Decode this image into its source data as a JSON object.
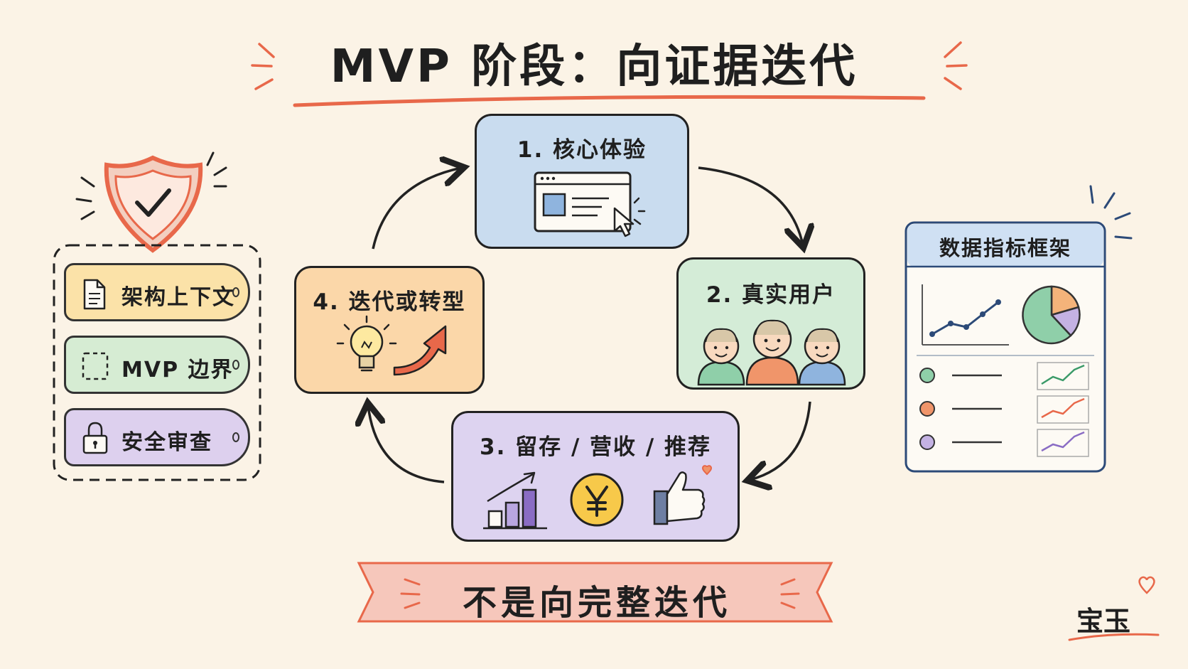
{
  "title": "MVP 阶段：向证据迭代",
  "cycle": {
    "steps": [
      {
        "label": "1. 核心体验"
      },
      {
        "label": "2. 真实用户"
      },
      {
        "label": "3. 留存 / 营收 / 推荐"
      },
      {
        "label": "4. 迭代或转型"
      }
    ]
  },
  "guardrails": {
    "items": [
      {
        "label": "架构上下文",
        "icon": "document-icon",
        "color": "#fbe2a8"
      },
      {
        "label": "MVP 边界",
        "icon": "dashed-box-icon",
        "color": "#d6ecd3"
      },
      {
        "label": "安全审查",
        "icon": "lock-icon",
        "color": "#ddd0ee"
      }
    ]
  },
  "metrics_panel": {
    "title": "数据指标框架"
  },
  "bottom_banner": "不是向完整迭代",
  "signature": "宝玉",
  "colors": {
    "accent": "#e8684a",
    "card1": "#c9dcef",
    "card2": "#d4ecd7",
    "card3": "#ddd3f0",
    "card4": "#fbd7a9",
    "metrics_border": "#2c4a78"
  }
}
